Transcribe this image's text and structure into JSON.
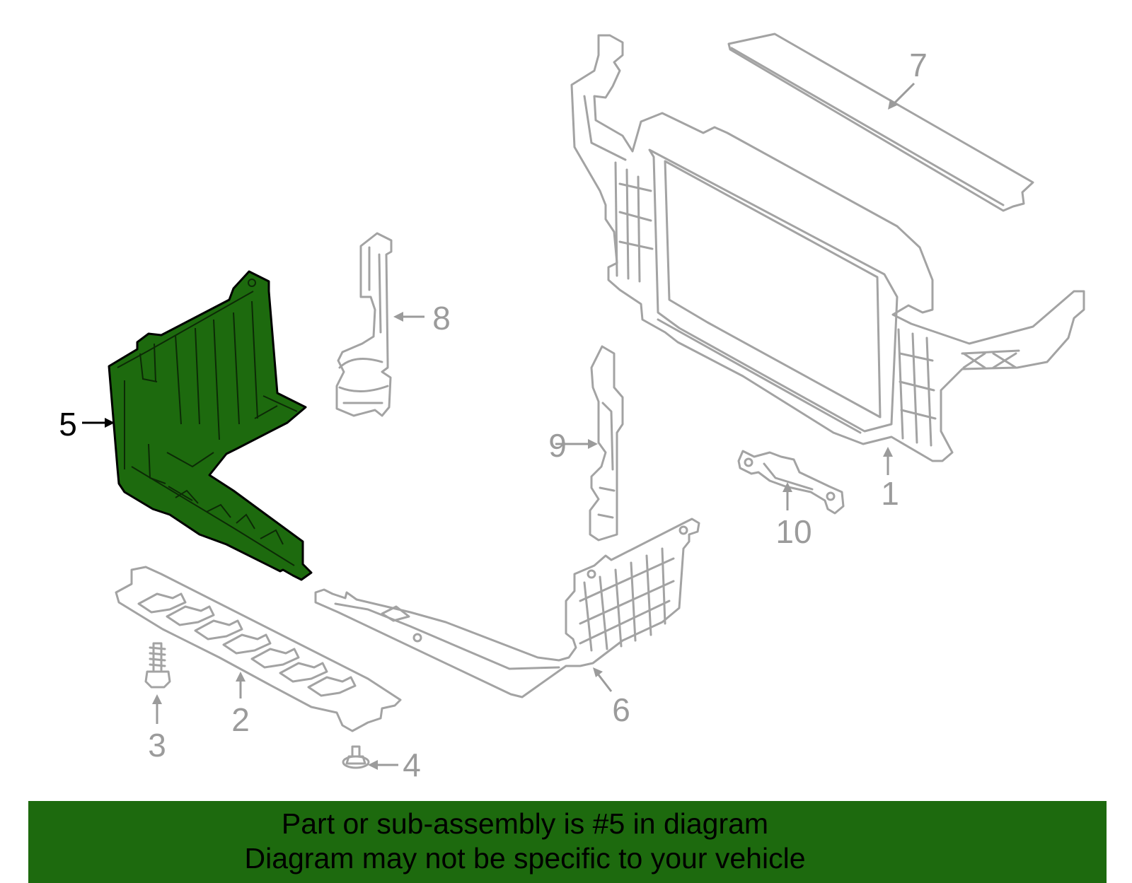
{
  "diagram": {
    "highlight_color": "#1d6a0e",
    "part_line_color": "#a3a3a3",
    "highlighted_part": "5",
    "callouts": {
      "c1": "1",
      "c2": "2",
      "c3": "3",
      "c4": "4",
      "c5": "5",
      "c6": "6",
      "c7": "7",
      "c8": "8",
      "c9": "9",
      "c10": "10"
    }
  },
  "banner": {
    "line1": "Part or sub-assembly is #5 in diagram",
    "line2": "Diagram may not be specific to your vehicle"
  }
}
